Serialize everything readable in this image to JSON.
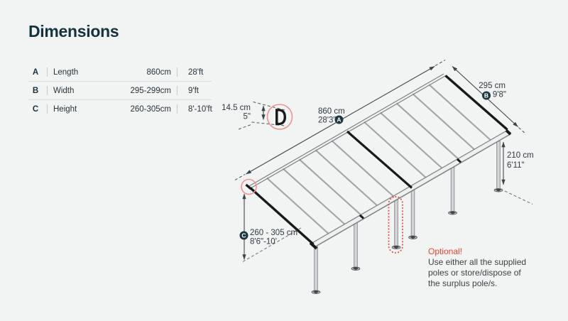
{
  "page": {
    "title": "Dimensions",
    "background": "#f2f3f3"
  },
  "table": {
    "rows": [
      {
        "key": "A",
        "label": "Length",
        "metric": "860cm",
        "imperial": "28'ft"
      },
      {
        "key": "B",
        "label": "Width",
        "metric": "295-299cm",
        "imperial": "9'ft"
      },
      {
        "key": "C",
        "label": "Height",
        "metric": "260-305cm",
        "imperial": "8'-10'ft"
      }
    ]
  },
  "diagram": {
    "labels": {
      "length": {
        "metric": "860 cm",
        "imperial": "28'3\"",
        "badge": "A"
      },
      "width": {
        "metric": "295 cm",
        "imperial": "9'8\"",
        "badge": "B"
      },
      "height": {
        "metric": "260 - 305 cm",
        "imperial": "8'6\"-10'",
        "badge": "C"
      },
      "clearance": {
        "metric": "210 cm",
        "imperial": "6'11\""
      },
      "profile": {
        "metric": "14.5 cm",
        "imperial": "5\""
      }
    },
    "optional_note": {
      "title": "Optional!",
      "lines": [
        "Use either all the supplied",
        "poles or store/dispose of",
        "the surplus pole/s."
      ]
    },
    "icons": {
      "profile_detail": "gutter-profile-icon"
    },
    "colors": {
      "accent_red": "#e8432f",
      "highlight_pink": "#f19292",
      "badge_navy": "#1b3742",
      "ink": "#2f3a41",
      "structure_dark": "#17191b",
      "structure_gray": "#9ea3a6"
    }
  }
}
